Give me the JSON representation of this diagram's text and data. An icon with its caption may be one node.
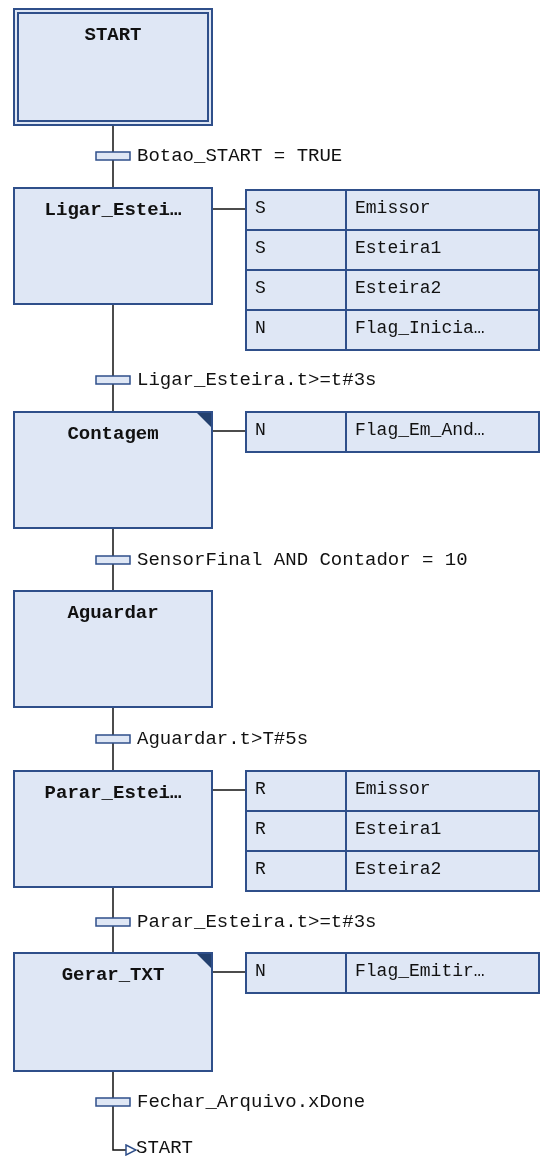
{
  "diagram": {
    "nodes": [
      {
        "text": [
          "START"
        ]
      },
      {
        "text": [
          "Ligar_Estei…"
        ]
      },
      {
        "text": [
          "S",
          "Emissor",
          "S",
          "Esteira1",
          "S",
          "Esteira2",
          "N",
          "Flag_Inicia…"
        ]
      },
      {
        "text": [
          "Contagem"
        ]
      },
      {
        "text": [
          "N",
          "Flag_Em_And…"
        ]
      },
      {
        "text": [
          "Aguardar"
        ]
      },
      {
        "text": [
          "Parar_Estei…"
        ]
      },
      {
        "text": [
          "R",
          "Emissor",
          "R",
          "Esteira1",
          "R",
          "Esteira2"
        ]
      },
      {
        "text": [
          "Gerar_TXT"
        ]
      },
      {
        "text": [
          "N",
          "Flag_Emitir…"
        ]
      },
      {
        "text": [
          "START"
        ]
      }
    ],
    "edges": [
      {
        "from": 0,
        "to": 1,
        "arrow": "none",
        "label": "Botao_START = TRUE"
      },
      {
        "from": 1,
        "to": 2,
        "arrow": "none"
      },
      {
        "from": 1,
        "to": 3,
        "arrow": "none",
        "label": "Ligar_Esteira.t>=t#3s"
      },
      {
        "from": 3,
        "to": 4,
        "arrow": "none"
      },
      {
        "from": 3,
        "to": 5,
        "arrow": "none",
        "label": "SensorFinal AND Contador = 10"
      },
      {
        "from": 5,
        "to": 6,
        "arrow": "none",
        "label": "Aguardar.t>T#5s"
      },
      {
        "from": 6,
        "to": 7,
        "arrow": "none"
      },
      {
        "from": 6,
        "to": 8,
        "arrow": "none",
        "label": "Parar_Esteira.t>=t#3s"
      },
      {
        "from": 8,
        "to": 9,
        "arrow": "none"
      },
      {
        "from": 8,
        "to": 10,
        "arrow": "to",
        "label": "Fechar_Arquivo.xDone"
      }
    ]
  }
}
